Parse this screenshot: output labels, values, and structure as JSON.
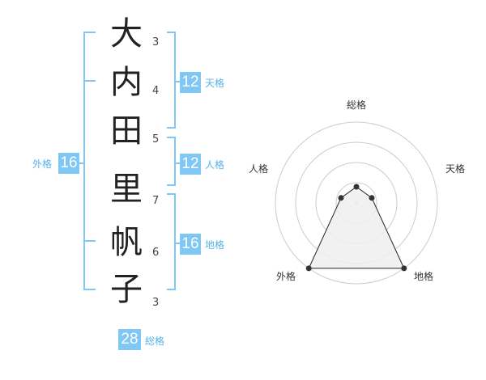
{
  "name": {
    "characters": [
      {
        "char": "大",
        "strokes": "3"
      },
      {
        "char": "内",
        "strokes": "4"
      },
      {
        "char": "田",
        "strokes": "5"
      },
      {
        "char": "里",
        "strokes": "7"
      },
      {
        "char": "帆",
        "strokes": "6"
      },
      {
        "char": "子",
        "strokes": "3"
      }
    ]
  },
  "fortunes": {
    "tenkaku": {
      "value": "12",
      "label": "天格"
    },
    "jinkaku": {
      "value": "12",
      "label": "人格"
    },
    "chikaku": {
      "value": "16",
      "label": "地格"
    },
    "gaikaku": {
      "value": "16",
      "label": "外格"
    },
    "soukaku": {
      "value": "28",
      "label": "総格"
    }
  },
  "chart_data": {
    "type": "radar",
    "axes": [
      "総格",
      "天格",
      "地格",
      "外格",
      "人格"
    ],
    "levels": 4,
    "max": 5,
    "values": [
      1,
      1,
      5,
      5,
      1
    ],
    "fill": "#eeeeee",
    "stroke": "#222222",
    "grid_color": "#cccccc"
  },
  "colors": {
    "accent": "#7fc7f5",
    "label": "#55b3ea"
  }
}
